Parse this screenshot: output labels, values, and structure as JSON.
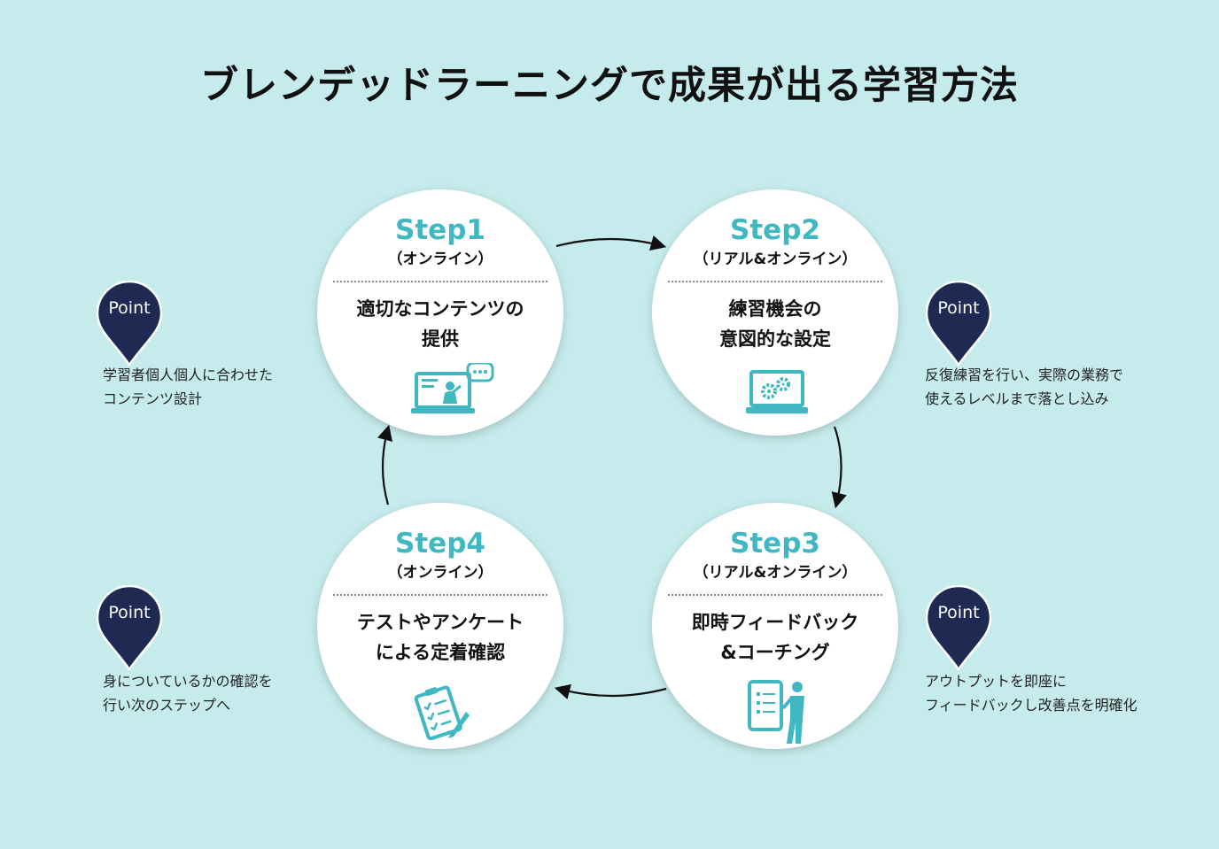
{
  "title": "ブレンデッドラーニングで成果が出る学習方法",
  "steps": [
    {
      "step": "Step1",
      "mode": "（オンライン）",
      "desc": [
        "適切なコンテンツの",
        "提供"
      ],
      "icon": "laptop-presenter-icon"
    },
    {
      "step": "Step2",
      "mode": "（リアル&オンライン）",
      "desc": [
        "練習機会の",
        "意図的な設定"
      ],
      "icon": "laptop-gears-icon"
    },
    {
      "step": "Step3",
      "mode": "（リアル&オンライン）",
      "desc": [
        "即時フィードバック",
        "&コーチング"
      ],
      "icon": "tablet-person-icon"
    },
    {
      "step": "Step4",
      "mode": "（オンライン）",
      "desc": [
        "テストやアンケート",
        "による定着確認"
      ],
      "icon": "checklist-icon"
    }
  ],
  "points": [
    {
      "label": "Point",
      "text": [
        "学習者個人個人に合わせた",
        "コンテンツ設計"
      ]
    },
    {
      "label": "Point",
      "text": [
        "反復練習を行い、実際の業務で",
        "使えるレベルまで落とし込み"
      ]
    },
    {
      "label": "Point",
      "text": [
        "アウトプットを即座に",
        "フィードバックし改善点を明確化"
      ]
    },
    {
      "label": "Point",
      "text": [
        "身についているかの確認を",
        "行い次のステップへ"
      ]
    }
  ],
  "colors": {
    "background": "#c6ebec",
    "accent": "#3fb8c2",
    "pin": "#1e2a52",
    "text": "#111111"
  }
}
